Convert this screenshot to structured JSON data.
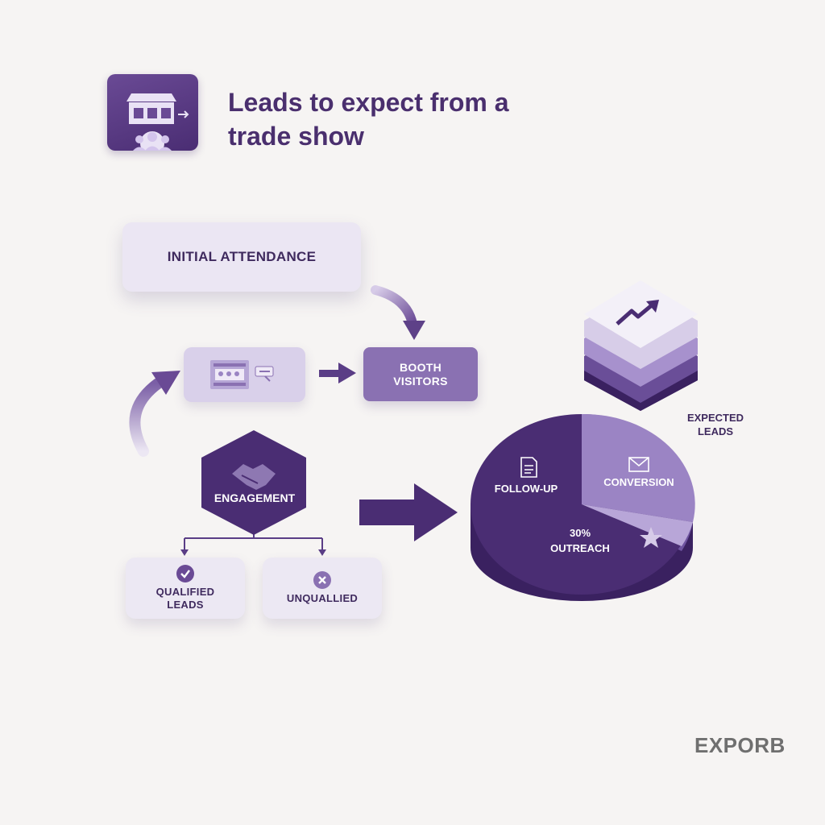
{
  "header": {
    "title": "Leads to expect from a trade show",
    "icon": "storefront-people-icon"
  },
  "flow": {
    "initial_attendance": "INITIAL ATTENDANCE",
    "booth_visitors": "BOOTH VISITORS",
    "engagement": "ENGAGEMENT",
    "qualified_leads": "QUALIFIED LEADS",
    "unqualified": "UNQUALLIED"
  },
  "pie": {
    "follow_up": "FOLLOW-UP",
    "conversion": "CONVERSION",
    "outreach_percent": "30%",
    "outreach": "OUTREACH"
  },
  "expected_leads": "EXPECTED LEADS",
  "brand": "EXPORB",
  "colors": {
    "primary_dark": "#4a2d73",
    "primary_mid": "#8a71b2",
    "primary_light": "#ebe6f3",
    "background": "#f6f4f3"
  }
}
